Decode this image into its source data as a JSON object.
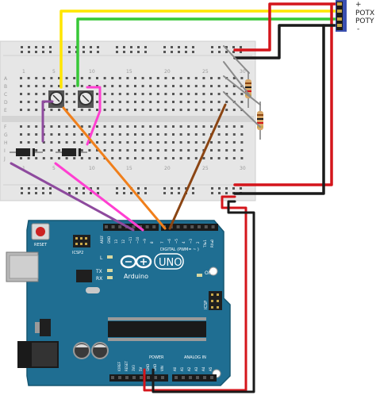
{
  "breadboard": {
    "column_numbers": [
      "1",
      "5",
      "10",
      "15",
      "20",
      "25",
      "30"
    ],
    "row_letters_top": [
      "A",
      "B",
      "C",
      "D",
      "E"
    ],
    "row_letters_bottom": [
      "F",
      "G",
      "H",
      "I",
      "J"
    ]
  },
  "joystick_module": {
    "pin_labels": [
      "+",
      "POTX",
      "POTY",
      "-"
    ]
  },
  "arduino": {
    "brand": "UNO",
    "name": "Arduino",
    "reset_label": "RESET",
    "icsp2_label": "ICSP2",
    "icsp_label": "ICSP",
    "digital_label": "DIGITAL (PWM= ~ )",
    "led_l_label": "L",
    "led_tx_label": "TX",
    "led_rx_label": "RX",
    "on_label": "ON",
    "power_label": "POWER",
    "analog_label": "ANALOG IN",
    "tx_pin_label": "TX▸1",
    "rx_pin_label": "RX◂0",
    "digital_pins": [
      "AREF",
      "GND",
      "13",
      "12",
      "~11",
      "~10",
      "~9",
      "8",
      "7",
      "~6",
      "~5",
      "4",
      "~3",
      "2"
    ],
    "power_pins": [
      "IOREF",
      "RESET",
      "3V3",
      "5V",
      "GND",
      "GND",
      "VIN"
    ],
    "analog_pins": [
      "A0",
      "A1",
      "A2",
      "A3",
      "A4",
      "A5"
    ]
  },
  "colors": {
    "board": "#1f6e92",
    "board_edge": "#155671",
    "breadboard": "#e6e6e6",
    "wire_yellow": "#ffe600",
    "wire_green": "#37c837",
    "wire_red": "#d4151b",
    "wire_black": "#1a1a1a",
    "wire_purple": "#8e4a9e",
    "wire_magenta": "#ff3fd1",
    "wire_orange": "#f07f1b",
    "wire_brown": "#8b4513",
    "wire_gray": "#8a8a8a"
  }
}
